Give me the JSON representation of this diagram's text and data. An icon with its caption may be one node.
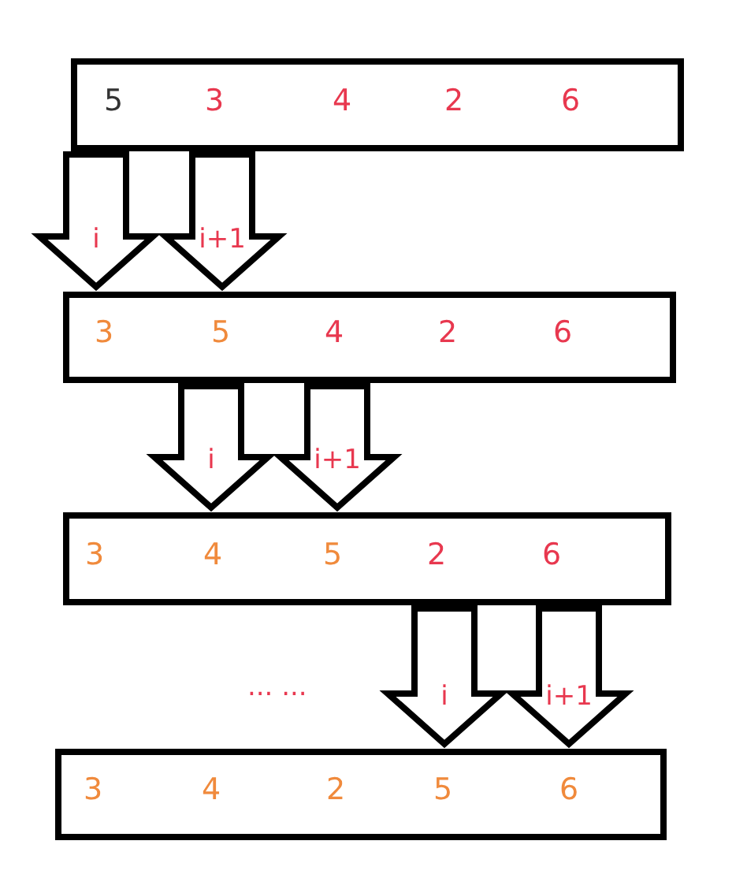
{
  "diagram": {
    "nodes": [
      {
        "text": [
          "5",
          "3",
          "4",
          "2",
          "6"
        ]
      },
      {
        "text": [
          "3",
          "5",
          "4",
          "2",
          "6"
        ]
      },
      {
        "text": [
          "3",
          "4",
          "5",
          "2",
          "6"
        ]
      },
      {
        "text": [
          "3",
          "4",
          "2",
          "5",
          "6"
        ]
      }
    ],
    "edges": [
      {
        "from": 0,
        "to": 1,
        "arrow": "to",
        "label": "i",
        "style": "thick"
      },
      {
        "from": 0,
        "to": 1,
        "arrow": "to",
        "label": "i+1",
        "style": "thick"
      },
      {
        "from": 1,
        "to": 2,
        "arrow": "to",
        "label": "i",
        "style": "thick"
      },
      {
        "from": 1,
        "to": 2,
        "arrow": "to",
        "label": "i+1",
        "style": "thick"
      },
      {
        "from": 2,
        "to": 3,
        "arrow": "to",
        "label": "i",
        "style": "thick"
      },
      {
        "from": 2,
        "to": 3,
        "arrow": "to",
        "label": "i+1",
        "style": "thick"
      }
    ],
    "labels": [
      "... ..."
    ]
  }
}
